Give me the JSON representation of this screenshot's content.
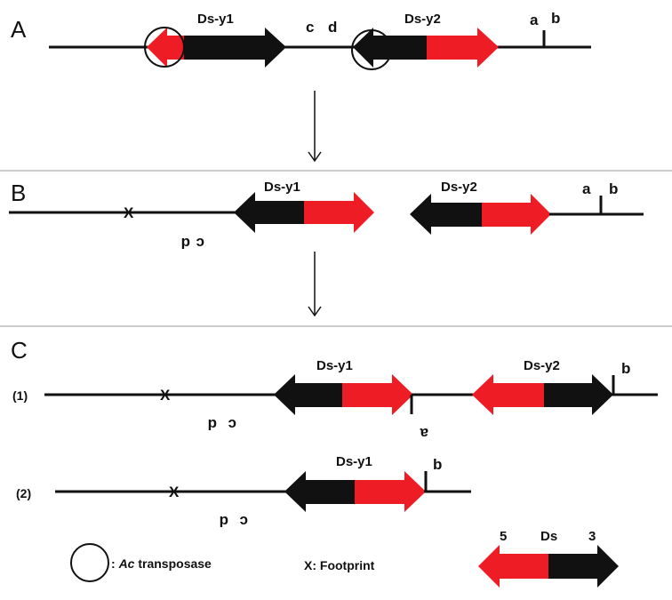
{
  "panels": {
    "a": {
      "letter": "A",
      "left_label": "Ds-y1",
      "right_label": "Ds-y2",
      "c": "c",
      "d": "d",
      "a": "a",
      "b": "b"
    },
    "b": {
      "letter": "B",
      "left_label": "Ds-y1",
      "right_label": "Ds-y2",
      "footprint": "X",
      "c": "c",
      "d": "d",
      "a": "a",
      "b": "b"
    },
    "c": {
      "letter": "C",
      "row1": {
        "tag": "(1)",
        "left_label": "Ds-y1",
        "right_label": "Ds-y2",
        "footprint": "X",
        "c": "c",
        "d": "d",
        "a": "a",
        "b": "b"
      },
      "row2": {
        "tag": "(2)",
        "label": "Ds-y1",
        "footprint": "X",
        "c": "c",
        "d": "d",
        "b": "b"
      }
    }
  },
  "legend": {
    "transposase_prefix": ": ",
    "transposase_italic": "Ac",
    "transposase_suffix": " transposase",
    "footprint": "X: Footprint",
    "ds_five": "5",
    "ds_name": "Ds",
    "ds_three": "3"
  },
  "colors": {
    "red": "#ee1c24",
    "black": "#111111",
    "line": "#111111"
  }
}
